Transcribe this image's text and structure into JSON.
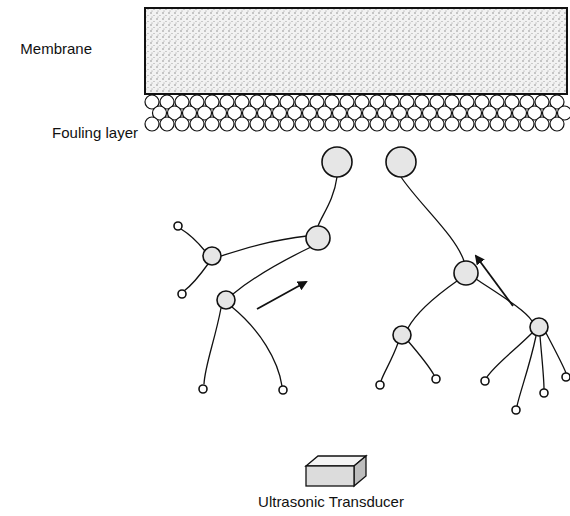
{
  "diagram": {
    "labels": [
      "Membrane",
      "Fouling layer",
      "Ultrasonic Transducer"
    ]
  }
}
